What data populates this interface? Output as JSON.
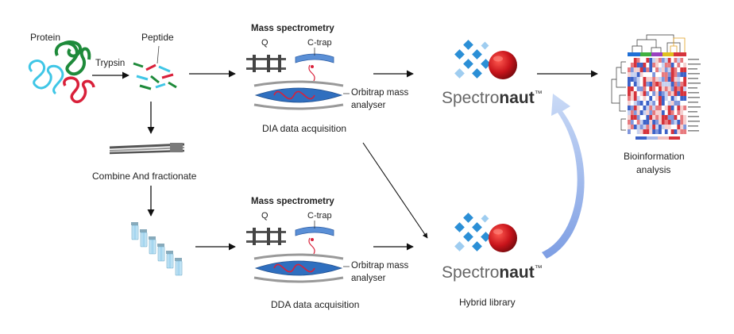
{
  "labels": {
    "protein": "Protein",
    "trypsin": "Trypsin",
    "peptide": "Peptide",
    "combine": "Combine And fractionate",
    "ms_title_top": "Mass spectrometry",
    "ms_title_bottom": "Mass spectrometry",
    "q_top": "Q",
    "ctrap_top": "C-trap",
    "q_bottom": "Q",
    "ctrap_bottom": "C-trap",
    "orbitrap_top_line1": "Orbitrap mass",
    "orbitrap_top_line2": "analyser",
    "orbitrap_bottom_line1": "Orbitrap mass",
    "orbitrap_bottom_line2": "analyser",
    "dia": "DIA data acquisition",
    "dda": "DDA data acquisition",
    "spectronaut_top_light": "Spectro",
    "spectronaut_top_bold": "naut",
    "spectronaut_top_tm": "™",
    "spectronaut_bottom_light": "Spectro",
    "spectronaut_bottom_bold": "naut",
    "spectronaut_bottom_tm": "™",
    "hybrid": "Hybrid library",
    "bioinfo_line1": "Bioinformation",
    "bioinfo_line2": "analysis"
  },
  "colors": {
    "protein_cyan": "#3fc6e6",
    "protein_green": "#1e8a3a",
    "protein_red": "#d9203a",
    "orbitrap_blue": "#2f6fbf",
    "ctrap_blue": "#5a8fd6",
    "spectronaut_blue": "#2b8fd6",
    "spectronaut_red": "#c8141b",
    "feedback_arrow": "#8fb0e8",
    "heat_red": "#d6333b",
    "heat_blue": "#3c62c8"
  }
}
